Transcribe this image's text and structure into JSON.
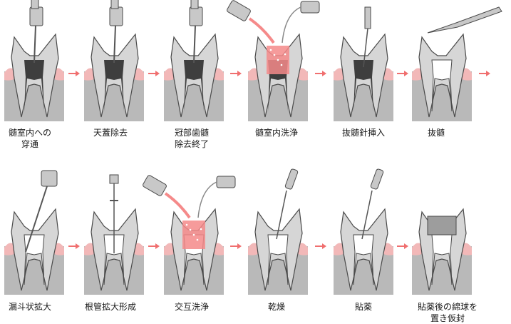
{
  "steps": [
    {
      "label": "髄室内への\n穿通",
      "tool": "drill",
      "pulp": "open",
      "fill": "none"
    },
    {
      "label": "天蓋除去",
      "tool": "drill",
      "pulp": "open",
      "fill": "none"
    },
    {
      "label": "冠部歯髄\n除去終了",
      "tool": "drill-small",
      "pulp": "open",
      "fill": "none"
    },
    {
      "label": "髄室内洗浄",
      "tool": "syringe-pair",
      "pulp": "open",
      "fill": "pink"
    },
    {
      "label": "抜髄針挿入",
      "tool": "file",
      "pulp": "open",
      "fill": "none"
    },
    {
      "label": "抜髄",
      "tool": "barbed",
      "pulp": "empty",
      "fill": "none"
    },
    {
      "label": "漏斗状拡大",
      "tool": "long-drill",
      "pulp": "empty",
      "fill": "none"
    },
    {
      "label": "根管拡大形成",
      "tool": "reamer",
      "pulp": "empty",
      "fill": "none"
    },
    {
      "label": "交互洗浄",
      "tool": "syringe-pair",
      "pulp": "empty",
      "fill": "pink"
    },
    {
      "label": "乾燥",
      "tool": "syringe",
      "pulp": "empty",
      "fill": "none"
    },
    {
      "label": "貼薬",
      "tool": "syringe",
      "pulp": "empty",
      "fill": "none"
    },
    {
      "label": "貼薬後の綿球を\n置き仮封",
      "tool": "none",
      "pulp": "sealed",
      "fill": "none"
    }
  ],
  "colors": {
    "tooth": "#d6d6d6",
    "tooth_edge": "#4a4a4a",
    "gum": "#f2b8b8",
    "bone": "#b9b9b9",
    "pulp": "#3e3e3e",
    "rinse": "#f58a8a",
    "arrow": "#f06f6f",
    "tool": "#c8c8c8",
    "seal": "#9d9d9d"
  }
}
